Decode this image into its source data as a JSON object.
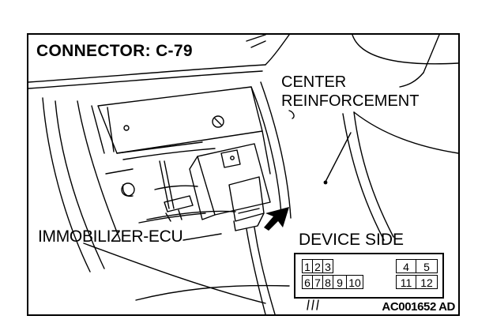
{
  "title": "CONNECTOR: C-79",
  "labels": {
    "center_line1": "CENTER",
    "center_line2": "REINFORCEMENT",
    "immobilizer": "IMMOBILIZER-ECU",
    "device_side": "DEVICE SIDE",
    "figure_code": "AC001652 AD"
  },
  "connector": {
    "top_row": [
      "1",
      "2",
      "3",
      "4",
      "5"
    ],
    "bottom_row": [
      "6",
      "7",
      "8",
      "9",
      "10",
      "11",
      "12"
    ]
  },
  "colors": {
    "line": "#000000",
    "background": "#ffffff"
  }
}
